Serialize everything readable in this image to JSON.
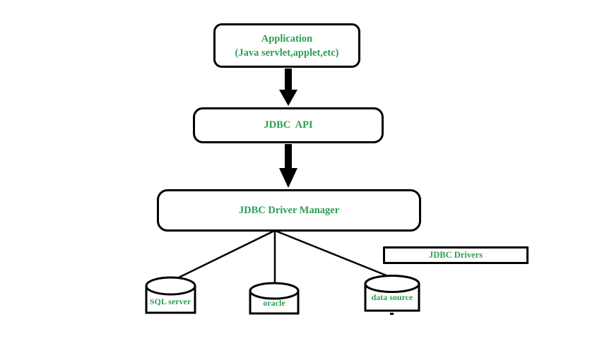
{
  "colors": {
    "text_green": "#2C9E52",
    "outline_black": "#000000",
    "background_white": "#ffffff"
  },
  "diagram": {
    "application": {
      "line1": "Application",
      "line2": "(Java servlet,applet,etc)"
    },
    "jdbc_api": {
      "label": "JDBC  API"
    },
    "driver_manager": {
      "label": "JDBC Driver Manager"
    },
    "drivers_box": {
      "label": "JDBC Drivers"
    },
    "databases": [
      {
        "label": "SQL server"
      },
      {
        "label": "oracle"
      },
      {
        "label": "data source"
      }
    ]
  }
}
